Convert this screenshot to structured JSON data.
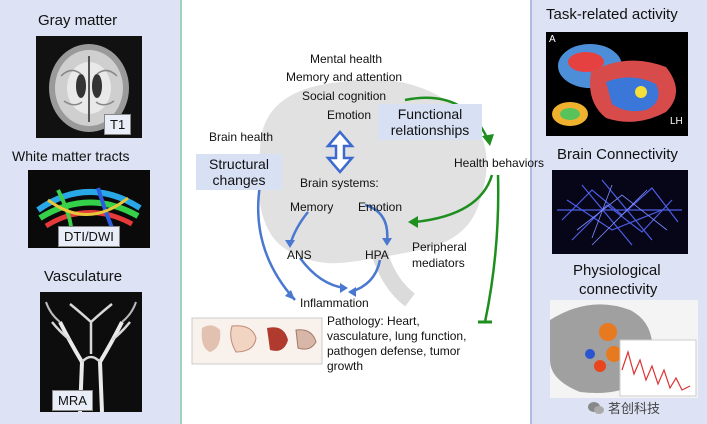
{
  "left_panel": {
    "gray_matter": {
      "title": "Gray matter",
      "tag": "T1"
    },
    "white_matter": {
      "title": "White matter tracts",
      "tag": "DTI/DWI"
    },
    "vasculature": {
      "title": "Vasculature",
      "tag": "MRA"
    }
  },
  "right_panel": {
    "task": {
      "title": "Task-related activity",
      "corner_a": "A",
      "corner_lh": "LH"
    },
    "connectivity": {
      "title": "Brain Connectivity"
    },
    "physio": {
      "title_line1": "Physiological",
      "title_line2": "connectivity"
    }
  },
  "center": {
    "outcomes": [
      "Mental health",
      "Memory and attention",
      "Social cognition",
      "Emotion"
    ],
    "functional_box": {
      "line1": "Functional",
      "line2": "relationships"
    },
    "brain_health": "Brain health",
    "structural_box": {
      "line1": "Structural",
      "line2": "changes"
    },
    "health_behaviors": "Health behaviors",
    "brain_systems": "Brain systems:",
    "memory": "Memory",
    "emotion": "Emotion",
    "ans": "ANS",
    "hpa": "HPA",
    "peripheral_line1": "Peripheral",
    "peripheral_line2": "mediators",
    "inflammation": "Inflammation",
    "pathology": [
      "Pathology: Heart,",
      "vasculature, lung function,",
      "pathogen defense, tumor",
      "growth"
    ]
  },
  "watermark": "茗创科技",
  "colors": {
    "panel_bg": "#dde3f4",
    "blue_arrow": "#4a78d0",
    "green_arrow": "#1e8f1e"
  }
}
